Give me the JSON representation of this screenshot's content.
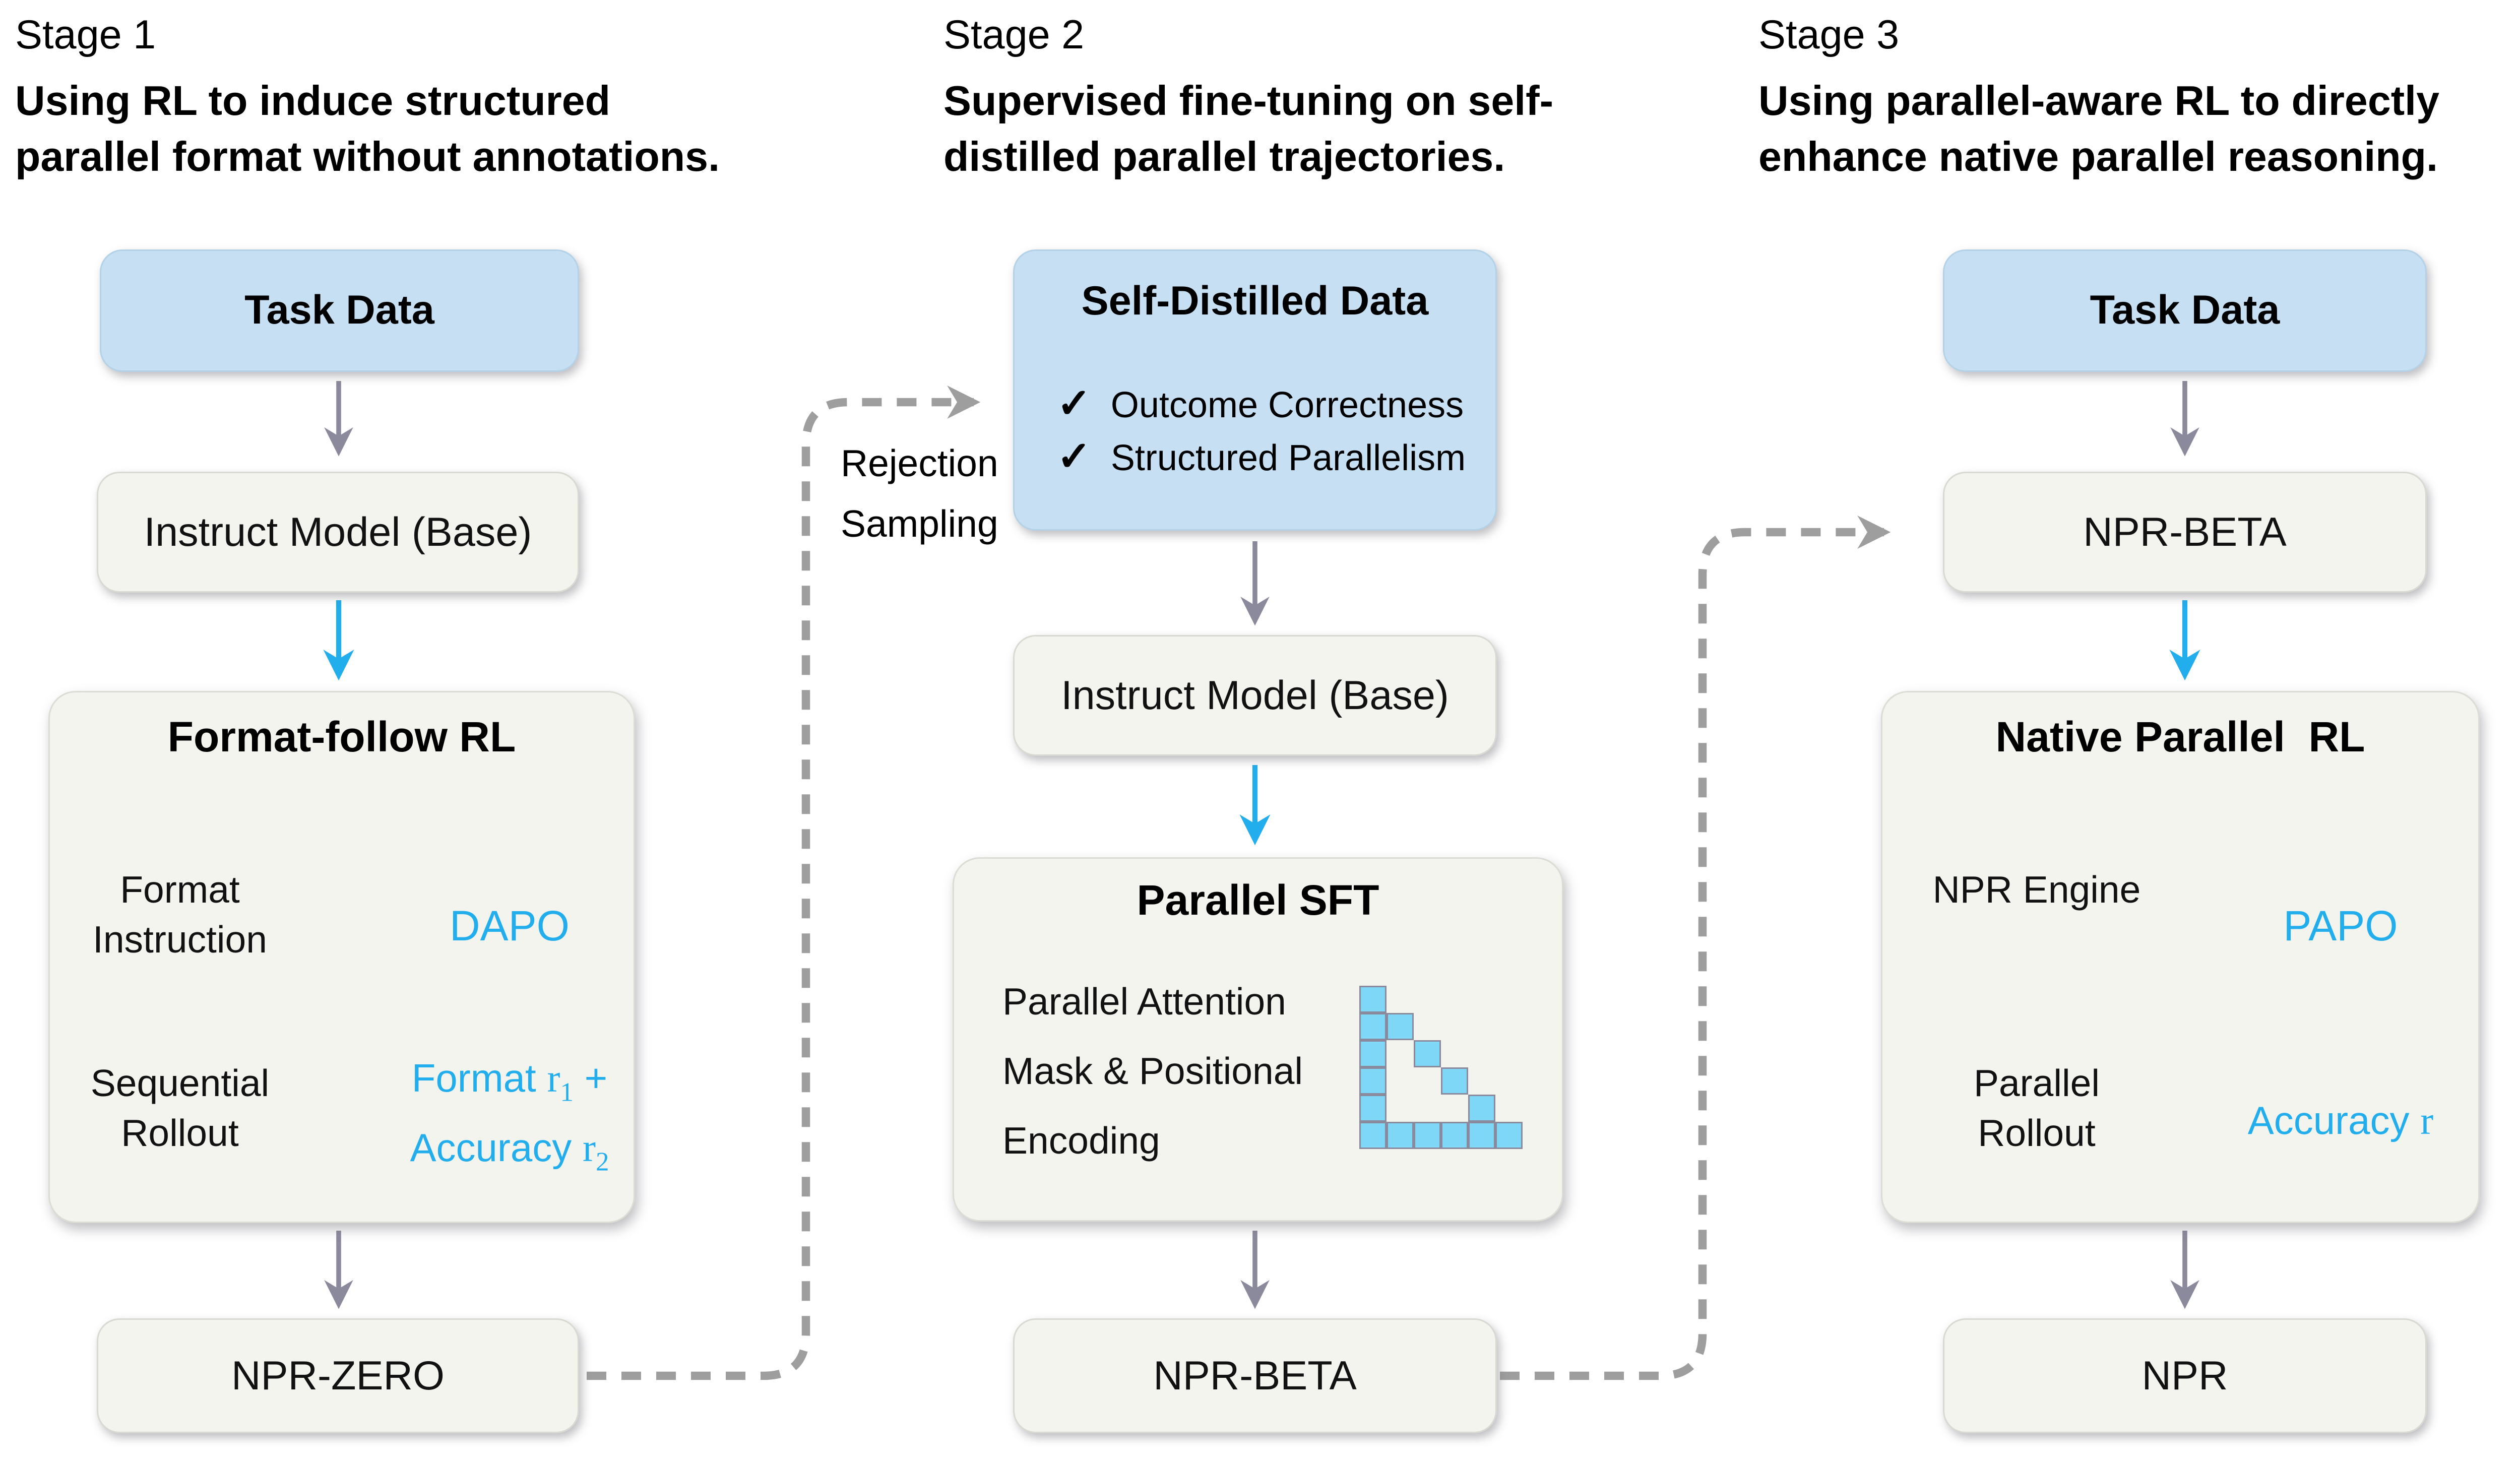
{
  "colors": {
    "accent_blue": "#22adec",
    "blue_box_fill": "#c6dff2",
    "light_box_fill": "#f4f4ef",
    "gray_arrow": "#8a8a9c",
    "dashed_arrow": "#9e9e9e",
    "mask_square_fill": "#7ed7f7",
    "mask_square_border": "#8a8a9c"
  },
  "stage1": {
    "label": "Stage 1",
    "description": [
      "Using RL to induce structured",
      "parallel format without annotations."
    ],
    "task_data": "Task Data",
    "instruct_model": "Instruct Model (Base)",
    "format_follow_rl": {
      "title": "Format-follow RL",
      "format_instruction": "Format Instruction",
      "sequential_rollout": "Sequential Rollout",
      "dapo": "DAPO",
      "reward_line1": [
        "Format ",
        "r",
        "1",
        " +"
      ],
      "reward_line2": [
        "Accuracy ",
        "r",
        "2"
      ]
    },
    "npr_zero": "NPR-ZERO"
  },
  "stage2": {
    "label": "Stage 2",
    "description": [
      "Supervised fine-tuning on self-",
      "distilled parallel trajectories."
    ],
    "rejection_sampling": [
      "Rejection",
      "Sampling"
    ],
    "self_distilled": {
      "title": "Self-Distilled Data",
      "check": "✓",
      "items": [
        "Outcome Correctness",
        "Structured Parallelism"
      ]
    },
    "instruct_model": "Instruct Model (Base)",
    "parallel_sft": {
      "title": "Parallel SFT",
      "lines": [
        "Parallel Attention",
        "Mask & Positional",
        "Encoding"
      ],
      "mask_grid": [
        [
          1,
          0,
          0,
          0,
          0,
          0
        ],
        [
          1,
          1,
          0,
          0,
          0,
          0
        ],
        [
          1,
          0,
          1,
          0,
          0,
          0
        ],
        [
          1,
          0,
          0,
          1,
          0,
          0
        ],
        [
          1,
          0,
          0,
          0,
          1,
          0
        ],
        [
          1,
          1,
          1,
          1,
          1,
          1
        ]
      ]
    },
    "npr_beta": "NPR-BETA"
  },
  "stage3": {
    "label": "Stage 3",
    "description": [
      "Using parallel-aware RL to directly",
      "enhance native parallel reasoning."
    ],
    "task_data": "Task Data",
    "npr_beta": "NPR-BETA",
    "native_parallel_rl": {
      "title": "Native Parallel  RL",
      "npr_engine": "NPR Engine",
      "parallel_rollout": "Parallel Rollout",
      "papo": "PAPO",
      "accuracy": [
        "Accuracy ",
        "r"
      ]
    },
    "npr": "NPR"
  }
}
